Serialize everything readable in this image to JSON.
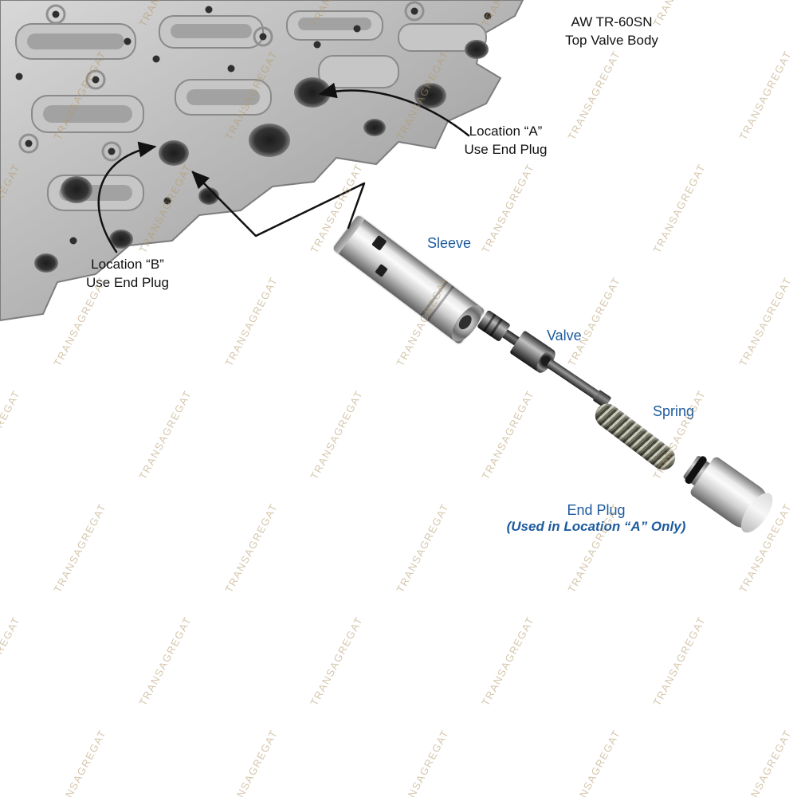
{
  "title": {
    "line1": "AW TR-60SN",
    "line2": "Top Valve Body"
  },
  "callouts": {
    "location_a": {
      "line1": "Location “A”",
      "line2": "Use End Plug"
    },
    "location_b": {
      "line1": "Location “B”",
      "line2": "Use End Plug"
    }
  },
  "parts": {
    "sleeve": "Sleeve",
    "valve": "Valve",
    "spring": "Spring",
    "end_plug": "End Plug",
    "end_plug_note": "(Used in Location “A” Only)"
  },
  "watermark": {
    "text": "TRANSAGREGAT",
    "color": "rgba(178,152,106,0.55)"
  },
  "colors": {
    "part_label_blue": "#1c5a9e",
    "callout_text": "#111111",
    "body_gray": "#b5b5b5"
  }
}
